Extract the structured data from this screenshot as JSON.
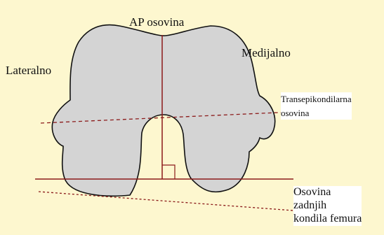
{
  "colors": {
    "background": "#fdf7cf",
    "bone_fill": "#d4d4d4",
    "bone_outline": "#111111",
    "axis_line": "#8b1a1a"
  },
  "labels": {
    "ap_axis": "AP osovina",
    "lateral": "Lateralno",
    "medial": "Medijalno",
    "transepicondylar": {
      "line1": "Transepikondilarna",
      "line2": "osovina"
    },
    "posterior_condylar": {
      "line1": "Osovina",
      "line2": "zadnjih",
      "line3": "kondila femura"
    }
  }
}
